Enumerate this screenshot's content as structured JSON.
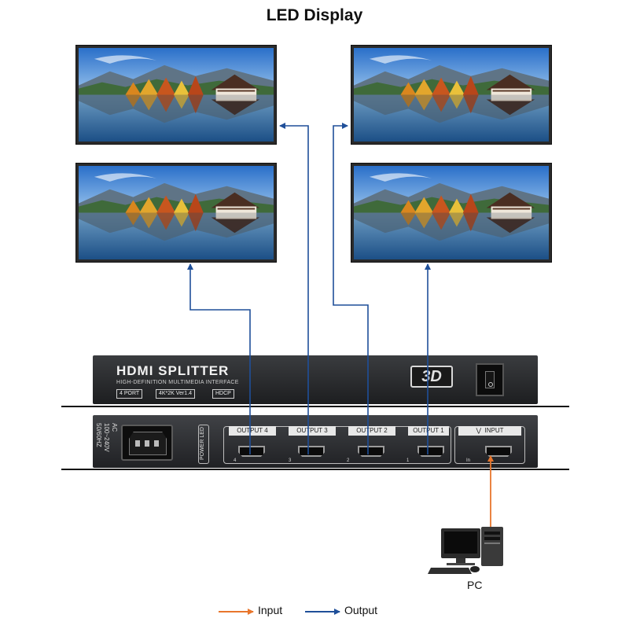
{
  "title": "LED Display",
  "device": {
    "name": "HDMI SPLITTER",
    "subtitle": "HIGH-DEFINITION MULTIMEDIA INTERFACE",
    "tags": [
      "4 PORT",
      "4K*2K Ver1.4",
      "HDCP"
    ],
    "badge": "3D",
    "power_spec": "AC 100~240V 50/60HZ",
    "power_led_label": "POWER LED",
    "outputs": [
      {
        "label": "OUTPUT 4",
        "num": "4"
      },
      {
        "label": "OUTPUT 3",
        "num": "3"
      },
      {
        "label": "OUTPUT 2",
        "num": "2"
      },
      {
        "label": "OUTPUT 1",
        "num": "1"
      }
    ],
    "input": {
      "label": "INPUT",
      "num": "In"
    }
  },
  "source": {
    "label": "PC"
  },
  "legend": {
    "input_label": "Input",
    "output_label": "Output",
    "input_color": "#e8762c",
    "output_color": "#1f4f99"
  },
  "colors": {
    "output_line": "#1f4f99",
    "input_line": "#e8762c"
  }
}
